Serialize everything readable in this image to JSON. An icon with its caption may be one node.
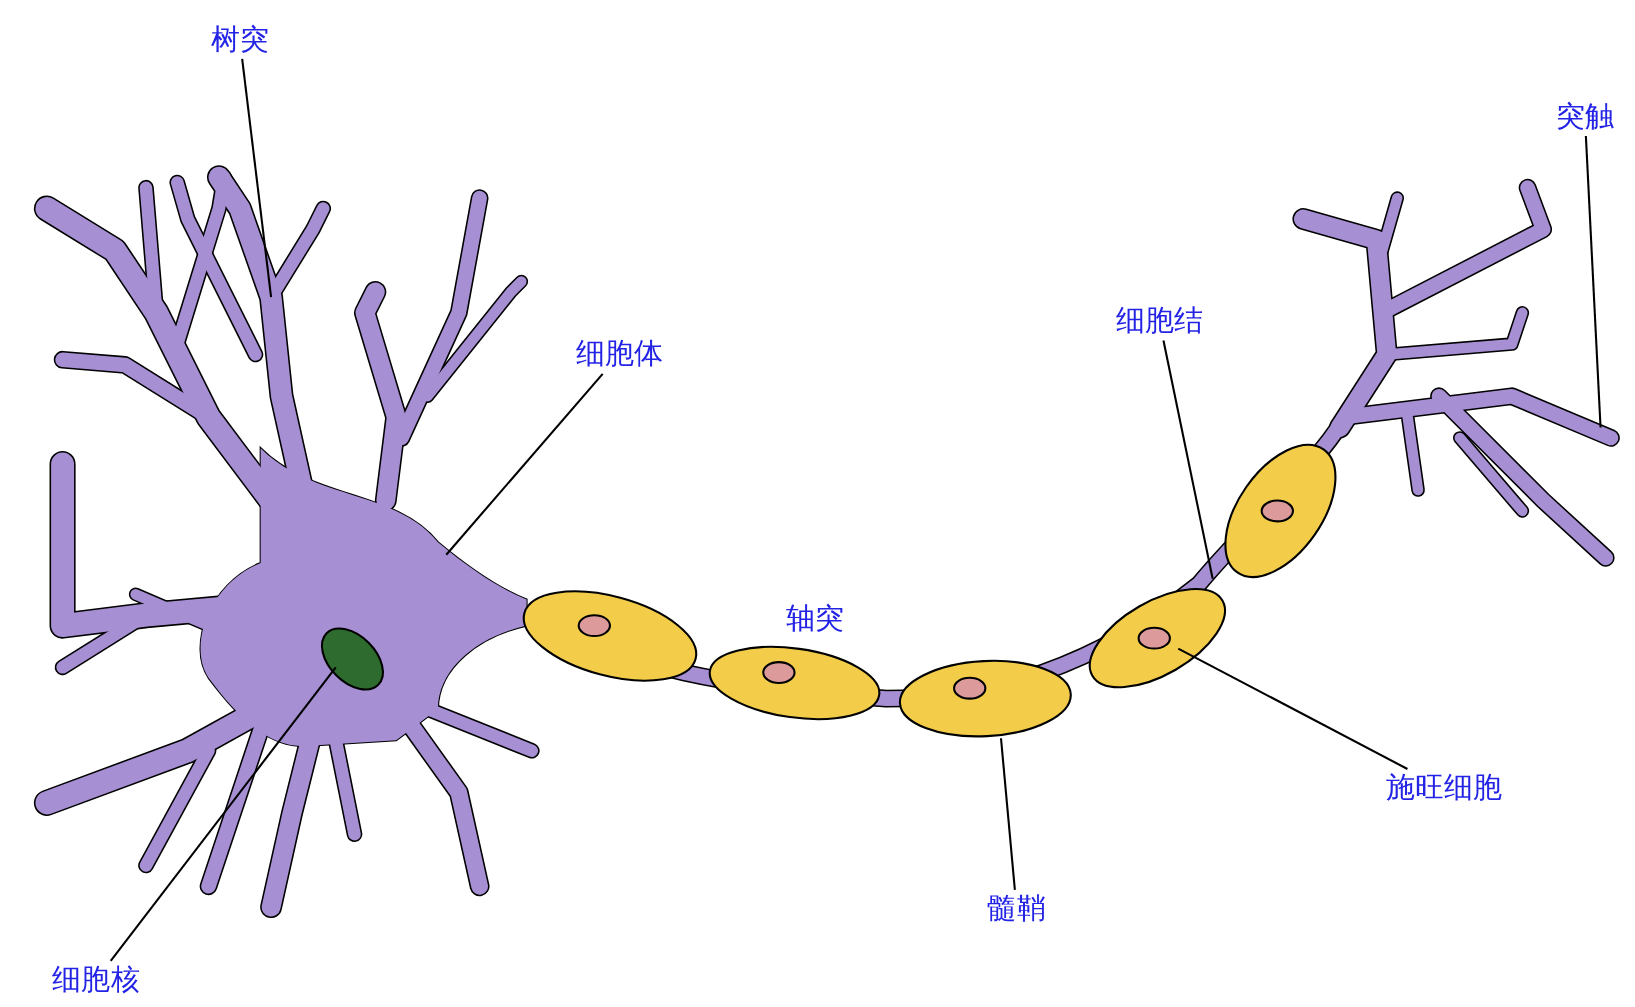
{
  "diagram": {
    "nodes": [
      {
        "text": [
          "树突"
        ]
      },
      {
        "text": [
          "突触"
        ]
      },
      {
        "text": [
          "细胞结"
        ]
      },
      {
        "text": [
          "细胞体"
        ]
      },
      {
        "text": [
          "施旺细胞"
        ]
      },
      {
        "text": [
          "髓鞘"
        ]
      },
      {
        "text": [
          "细胞核"
        ]
      }
    ],
    "edges": [
      {
        "from": 0,
        "to": null,
        "arrow": "none"
      },
      {
        "from": 1,
        "to": null,
        "arrow": "none"
      },
      {
        "from": 2,
        "to": null,
        "arrow": "none"
      },
      {
        "from": 3,
        "to": null,
        "arrow": "none"
      },
      {
        "from": 4,
        "to": null,
        "arrow": "none"
      },
      {
        "from": 5,
        "to": null,
        "arrow": "none"
      },
      {
        "from": 6,
        "to": null,
        "arrow": "none"
      }
    ],
    "labels": [
      "轴突"
    ]
  }
}
